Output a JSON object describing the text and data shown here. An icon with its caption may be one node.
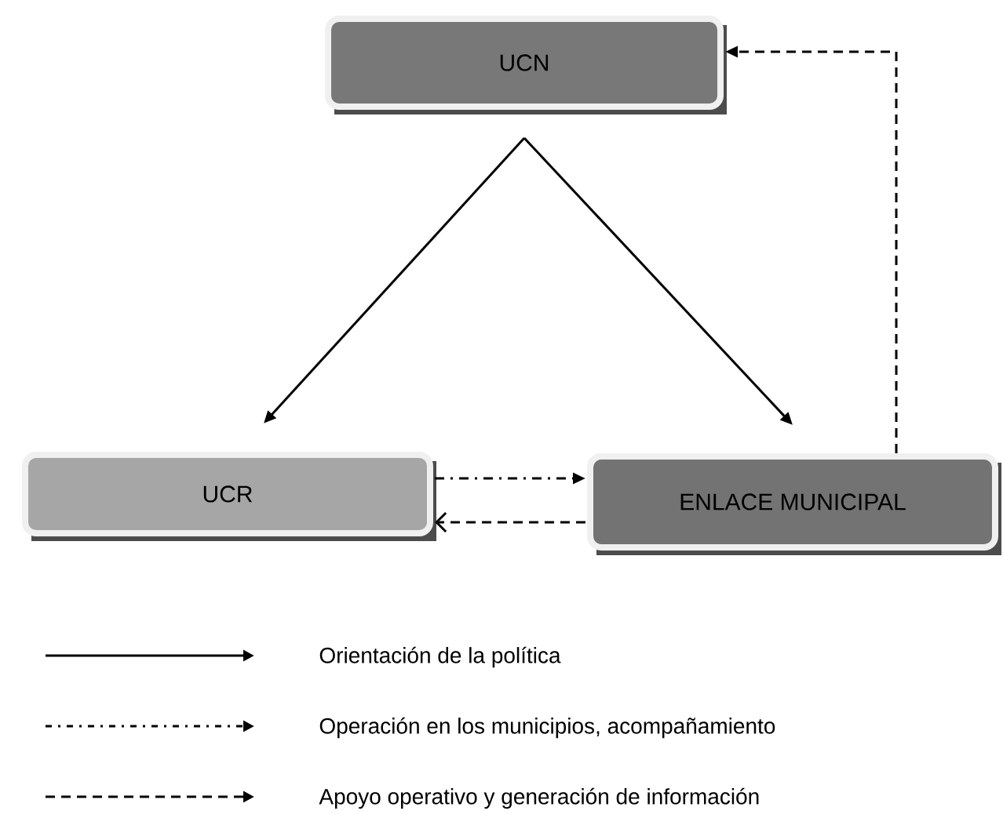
{
  "diagram": {
    "nodes": [
      {
        "text": [
          "UCN"
        ]
      },
      {
        "text": [
          "UCR"
        ]
      },
      {
        "text": [
          "ENLACE MUNICIPAL"
        ]
      }
    ],
    "edges": [
      {
        "from": 0,
        "to": 1,
        "arrow": "to"
      },
      {
        "from": 0,
        "to": 2,
        "arrow": "to"
      },
      {
        "from": 1,
        "to": 2,
        "arrow": "to",
        "style": "dashed"
      },
      {
        "from": 2,
        "to": 1,
        "arrow": "to",
        "style": "dashed"
      },
      {
        "from": 2,
        "to": 0,
        "arrow": "to",
        "style": "dashed"
      }
    ],
    "legend": [
      {
        "text": "Orientación de la política"
      },
      {
        "text": "Operación en los municipios, acompañamiento"
      },
      {
        "text": "Apoyo operativo y generación de información"
      }
    ]
  }
}
